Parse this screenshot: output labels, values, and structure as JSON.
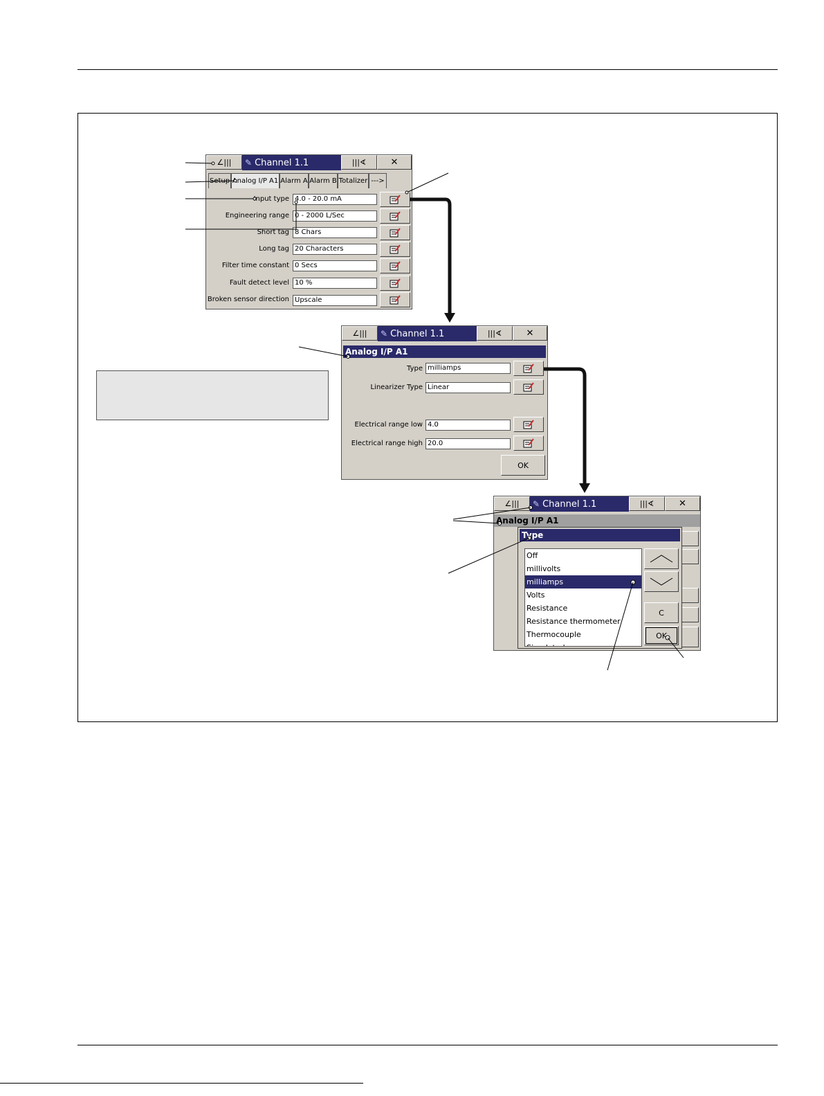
{
  "window1": {
    "title": "Channel 1.1",
    "prev_label": "∠|||",
    "next_label": "|||∢",
    "close_label": "✕",
    "tabs": [
      "Setup",
      "Analog I/P A1",
      "Alarm A",
      "Alarm B",
      "Totalizer",
      "--->"
    ],
    "rows": [
      {
        "label": "Input type",
        "value": "4.0 - 20.0 mA"
      },
      {
        "label": "Engineering range",
        "value": "0 - 2000 L/Sec"
      },
      {
        "label": "Short tag",
        "value": "8 Chars"
      },
      {
        "label": "Long tag",
        "value": "20 Characters"
      },
      {
        "label": "Filter time constant",
        "value": "0 Secs"
      },
      {
        "label": "Fault detect level",
        "value": "10 %"
      },
      {
        "label": "Broken sensor direction",
        "value": "Upscale"
      }
    ]
  },
  "window2": {
    "title": "Channel 1.1",
    "header": "Analog I/P A1",
    "rows": [
      {
        "label": "Type",
        "value": "milliamps"
      },
      {
        "label": "Linearizer Type",
        "value": "Linear"
      },
      {
        "label": "Electrical range low",
        "value": "4.0"
      },
      {
        "label": "Electrical range high",
        "value": "20.0"
      }
    ],
    "ok_label": "OK"
  },
  "window3": {
    "title": "Channel 1.1",
    "header": "Analog I/P A1",
    "dialog_title": "Type",
    "options": [
      "Off",
      "millivolts",
      "milliamps",
      "Volts",
      "Resistance",
      "Resistance thermometer",
      "Thermocouple",
      "Simulated ramp"
    ],
    "selected": "milliamps",
    "cancel_label": "C",
    "ok_label": "OK"
  },
  "colors": {
    "title_bar": "#2a2a6a",
    "window_face": "#d4d0c8",
    "note_box": "#e6e6e6"
  }
}
